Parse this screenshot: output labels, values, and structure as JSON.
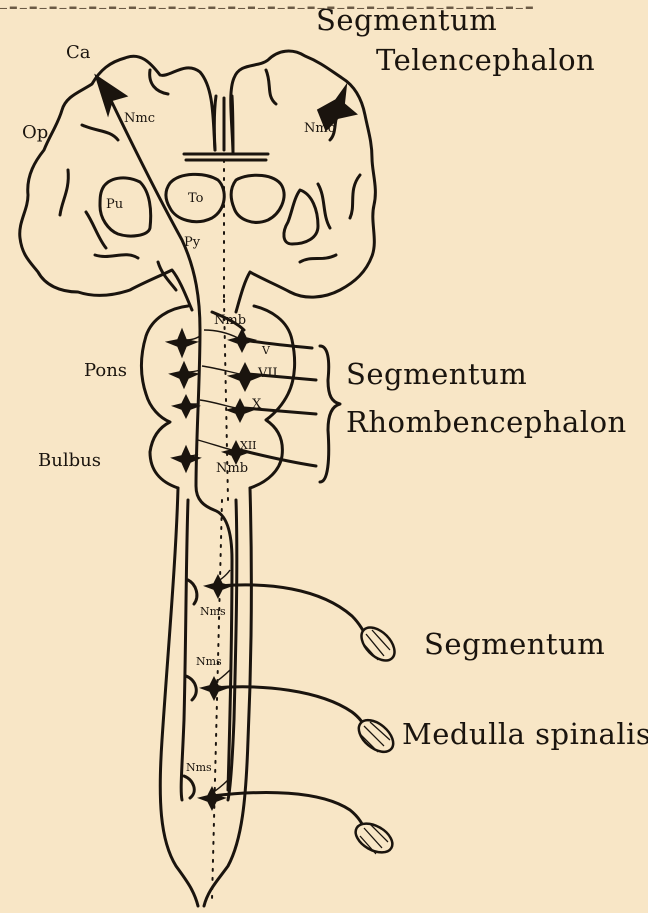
{
  "labels": {
    "segmentum_telencephalon_line1": "Segmentum",
    "segmentum_telencephalon_line2": "Telencephalon",
    "ca": "Ca",
    "op": "Op",
    "nmc_left": "Nmc",
    "nmc_right": "Nmc",
    "pu": "Pu",
    "to": "To",
    "py": "Py",
    "nmb_top": "Nmb",
    "pons": "Pons",
    "v": "V",
    "vii": "VII",
    "x": "X",
    "xii": "XII",
    "nmb_bottom": "Nmb",
    "bulbus": "Bulbus",
    "segmentum_rhomb_line1": "Segmentum",
    "segmentum_rhomb_line2": "Rhombencephalon",
    "nms_1": "Nms",
    "nms_2": "Nms",
    "nms_3": "Nms",
    "segmentum_medulla_line1": "Segmentum",
    "segmentum_medulla_line2": "Medulla spinalis"
  },
  "colors": {
    "paper": "#f8e6c6",
    "ink": "#1a140e"
  }
}
